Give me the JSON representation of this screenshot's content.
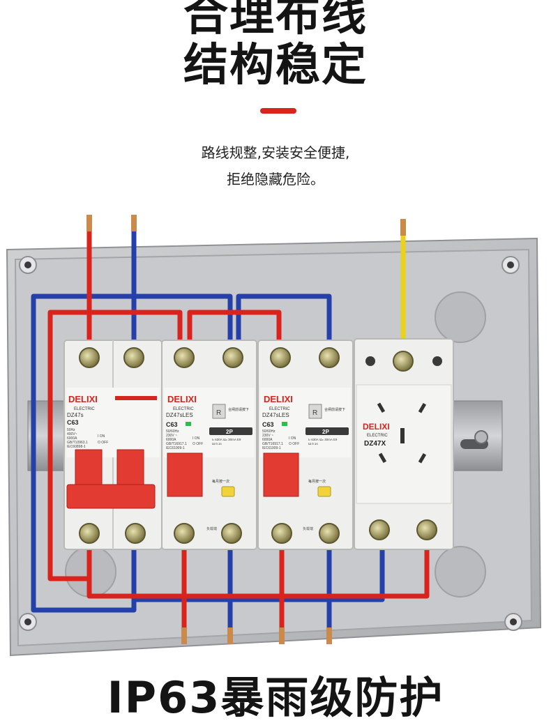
{
  "heading": {
    "line1": "合理布线",
    "line2": "结构稳定"
  },
  "accent_color": "#d9241e",
  "subtitle": {
    "line1": "路线规整,安装安全便捷,",
    "line2": "拒绝隐藏危险。"
  },
  "breakers": [
    {
      "brand": "DELIXI",
      "brand_sub": "ELECTRIC",
      "model": "DZ47s",
      "rating": "C63",
      "spec": [
        "50Hz",
        "400V~",
        "6000A",
        "GB/T10963.1",
        "IEC60898-1"
      ],
      "on": "I ON",
      "off": "O OFF"
    },
    {
      "brand": "DELIXI",
      "brand_sub": "ELECTRIC",
      "model": "DZ47sLES",
      "rating": "C63",
      "spec": [
        "50/60Hz",
        "230V ~",
        "6000A",
        "GB/T16917.1",
        "IEC61009-1"
      ],
      "on": "I ON",
      "off": "O OFF",
      "reset_label": "R",
      "reset_text": "合闸前请按下",
      "poles": "2P",
      "leak": [
        "Iₙ 630A  IΔₙ 30mA E9",
        "tΔ 0.1s"
      ],
      "test_text": "每月按一次",
      "load_text": "负载端"
    },
    {
      "brand": "DELIXI",
      "brand_sub": "ELECTRIC",
      "model": "DZ47sLES",
      "rating": "C63",
      "spec": [
        "50/60Hz",
        "230V ~",
        "6000A",
        "GB/T16917.1",
        "IEC61009-1"
      ],
      "on": "I ON",
      "off": "O OFF",
      "reset_label": "R",
      "reset_text": "合闸前请按下",
      "poles": "2P",
      "leak": [
        "Iₙ 630A  IΔₙ 30mA E9",
        "tΔ 0.1s"
      ],
      "test_text": "每月按一次",
      "load_text": "负载端"
    }
  ],
  "socket": {
    "brand": "DELIXI",
    "brand_sub": "ELECTRIC",
    "model": "DZ47X"
  },
  "bottom_heading": "IP63暴雨级防护"
}
